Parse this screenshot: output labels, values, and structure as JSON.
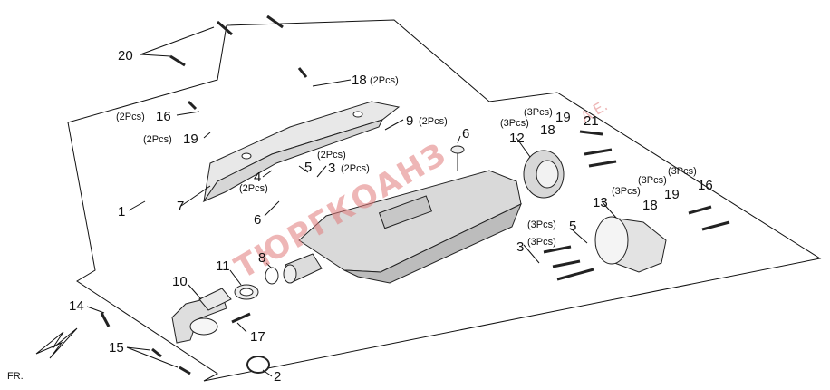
{
  "callouts": [
    {
      "num": "20",
      "qty": ""
    },
    {
      "num": "18",
      "qty": "(2Pcs)"
    },
    {
      "num": "16",
      "qty": "(2Pcs)"
    },
    {
      "num": "19",
      "qty": "(2Pcs)"
    },
    {
      "num": "9",
      "qty": "(2Pcs)"
    },
    {
      "num": "6",
      "qty": ""
    },
    {
      "num": "4",
      "qty": "(2Pcs)"
    },
    {
      "num": "5",
      "qty": "(2Pcs)"
    },
    {
      "num": "3",
      "qty": "(2Pcs)"
    },
    {
      "num": "7",
      "qty": ""
    },
    {
      "num": "1",
      "qty": ""
    },
    {
      "num": "6",
      "qty": ""
    },
    {
      "num": "12",
      "qty": ""
    },
    {
      "num": "18",
      "qty": "(3Pcs)"
    },
    {
      "num": "19",
      "qty": "(3Pcs)"
    },
    {
      "num": "21",
      "qty": ""
    },
    {
      "num": "13",
      "qty": ""
    },
    {
      "num": "16",
      "qty": "(3Pcs)"
    },
    {
      "num": "19",
      "qty": "(3Pcs)"
    },
    {
      "num": "18",
      "qty": "(3Pcs)"
    },
    {
      "num": "5",
      "qty": "(3Pcs)"
    },
    {
      "num": "3",
      "qty": "(3Pcs)"
    },
    {
      "num": "8",
      "qty": ""
    },
    {
      "num": "11",
      "qty": ""
    },
    {
      "num": "10",
      "qty": ""
    },
    {
      "num": "14",
      "qty": ""
    },
    {
      "num": "15",
      "qty": ""
    },
    {
      "num": "17",
      "qty": ""
    },
    {
      "num": "2",
      "qty": ""
    }
  ],
  "direction_label": "FR.",
  "watermark": {
    "text": "ТЮРГКОАНЗ",
    "suffix": "A.E."
  }
}
